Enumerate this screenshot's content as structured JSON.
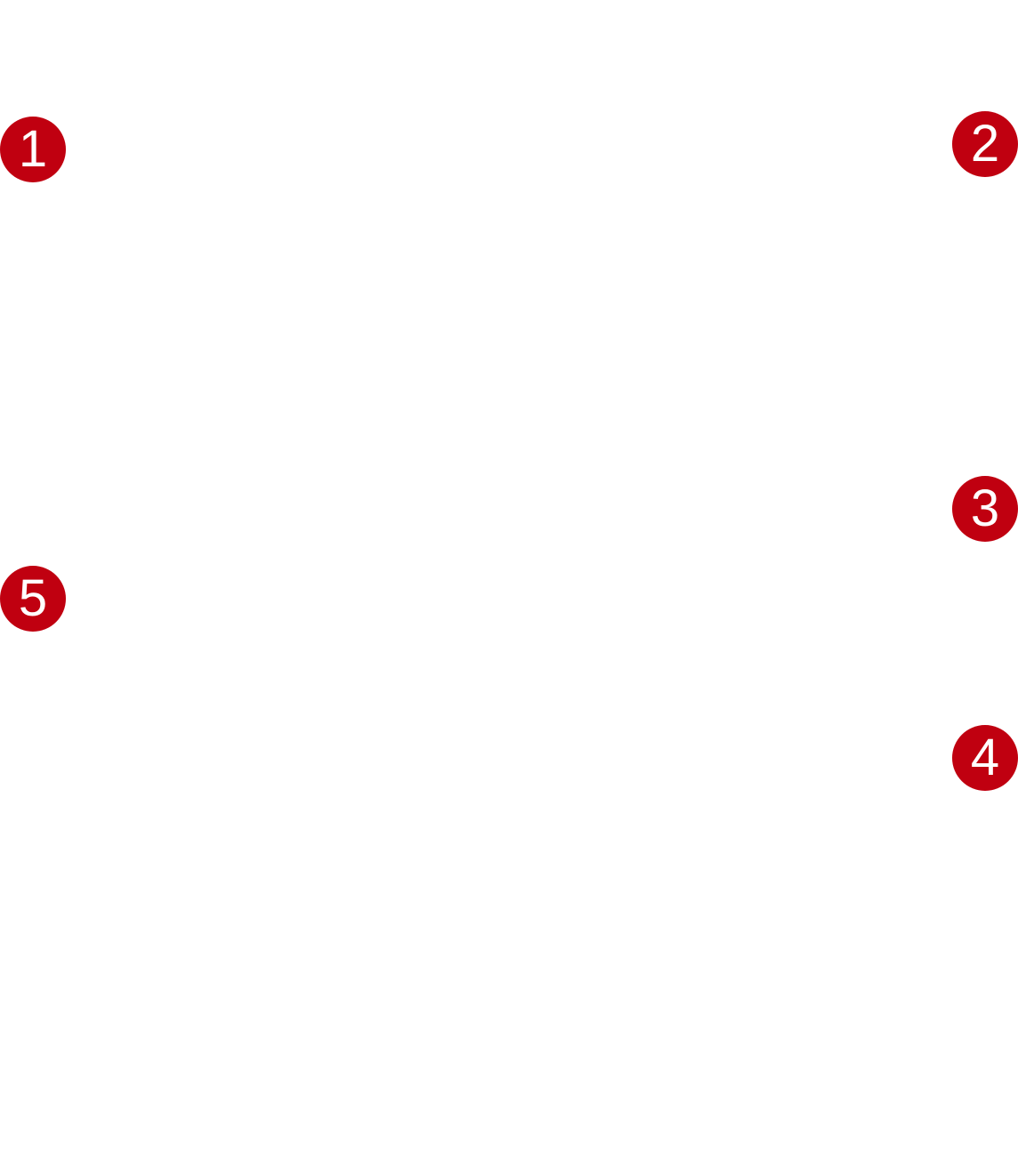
{
  "marker_color": "#c00010",
  "markers": [
    {
      "label": "1"
    },
    {
      "label": "2"
    },
    {
      "label": "3"
    },
    {
      "label": "4"
    },
    {
      "label": "5"
    }
  ]
}
